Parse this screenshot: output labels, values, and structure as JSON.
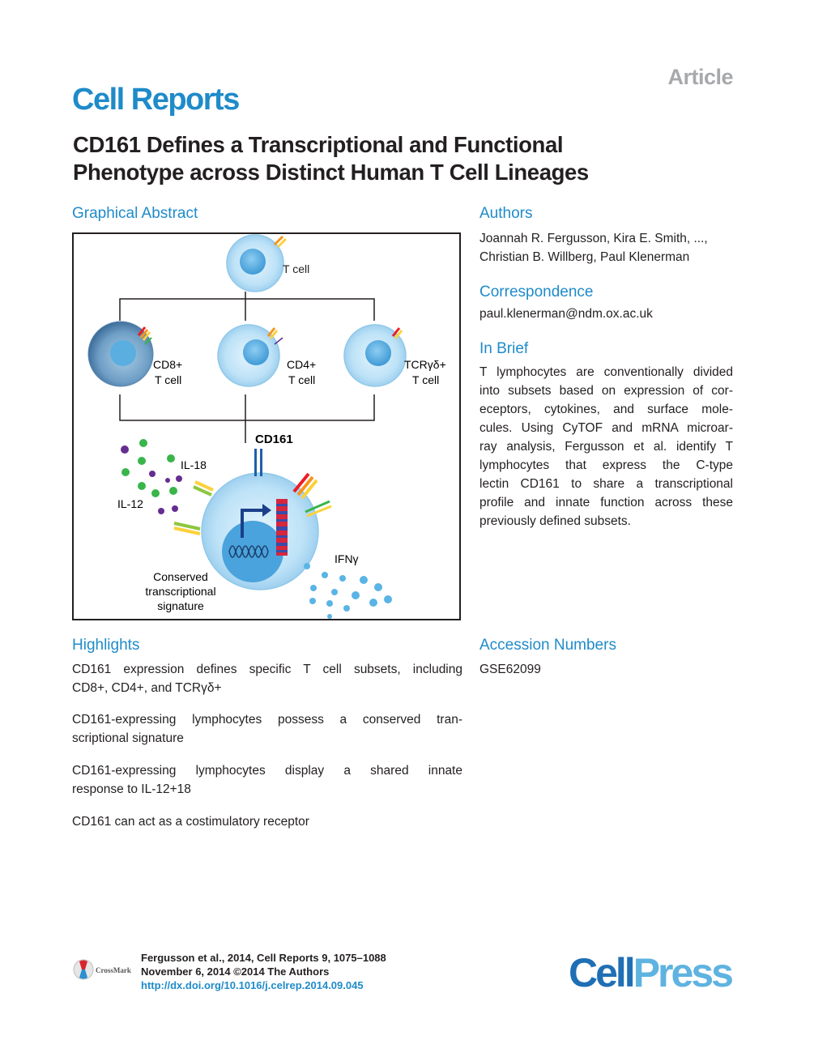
{
  "header": {
    "article_label": "Article",
    "journal_name": "Cell Reports"
  },
  "title_lines": [
    "CD161 Defines a Transcriptional and Functional",
    "Phenotype across Distinct Human T Cell Lineages"
  ],
  "graphical_abstract": {
    "heading": "Graphical Abstract",
    "labels": {
      "t_cell": "T cell",
      "cd8": [
        "CD8+",
        "T cell"
      ],
      "cd4": [
        "CD4+",
        "T cell"
      ],
      "tcrgd": [
        "TCRγδ+",
        "T cell"
      ],
      "cd161": "CD161",
      "il18": "IL-18",
      "il12": "IL-12",
      "ifng": "IFNγ",
      "signature": [
        "Conserved",
        "transcriptional",
        "signature"
      ]
    }
  },
  "authors": {
    "heading": "Authors",
    "lines": [
      "Joannah R. Fergusson, Kira E. Smith, ...,",
      "Christian B. Willberg, Paul Klenerman"
    ]
  },
  "correspondence": {
    "heading": "Correspondence",
    "email": "paul.klenerman@ndm.ox.ac.uk"
  },
  "in_brief": {
    "heading": "In Brief",
    "lines": [
      "T lymphocytes are conventionally divided",
      "into subsets based on expression of cor-",
      "eceptors, cytokines, and surface mole-",
      "cules. Using CyTOF and mRNA microar-",
      "ray analysis, Fergusson et al. identify T",
      "lymphocytes that express the C-type",
      "lectin CD161 to share a transcriptional",
      "profile and innate function across these",
      "previously defined subsets."
    ]
  },
  "highlights": {
    "heading": "Highlights",
    "items": [
      [
        "CD161 expression defines specific T cell subsets, including",
        "CD8+, CD4+, and TCRγδ+"
      ],
      [
        "CD161-expressing lymphocytes possess a conserved tran-",
        "scriptional signature"
      ],
      [
        "CD161-expressing lymphocytes display a shared innate",
        "response to IL-12+18"
      ],
      [
        "CD161 can act as a costimulatory receptor"
      ]
    ]
  },
  "accession": {
    "heading": "Accession Numbers",
    "number": "GSE62099"
  },
  "footer": {
    "citation": "Fergusson et al., 2014, Cell Reports 9, 1075–1088",
    "date": "November 6, 2014 ©2014 The Authors",
    "doi": "http://dx.doi.org/10.1016/j.celrep.2014.09.045",
    "crossmark": "CrossMark",
    "publisher_part1": "Cell",
    "publisher_part2": "Press"
  },
  "colors": {
    "accent_blue": "#1f8bc9",
    "cell_blue": "#bfe3f7",
    "nucleus_blue": "#5aaee0",
    "cellpress_dark": "#1f6fb5",
    "cellpress_light": "#5fb3e0"
  }
}
